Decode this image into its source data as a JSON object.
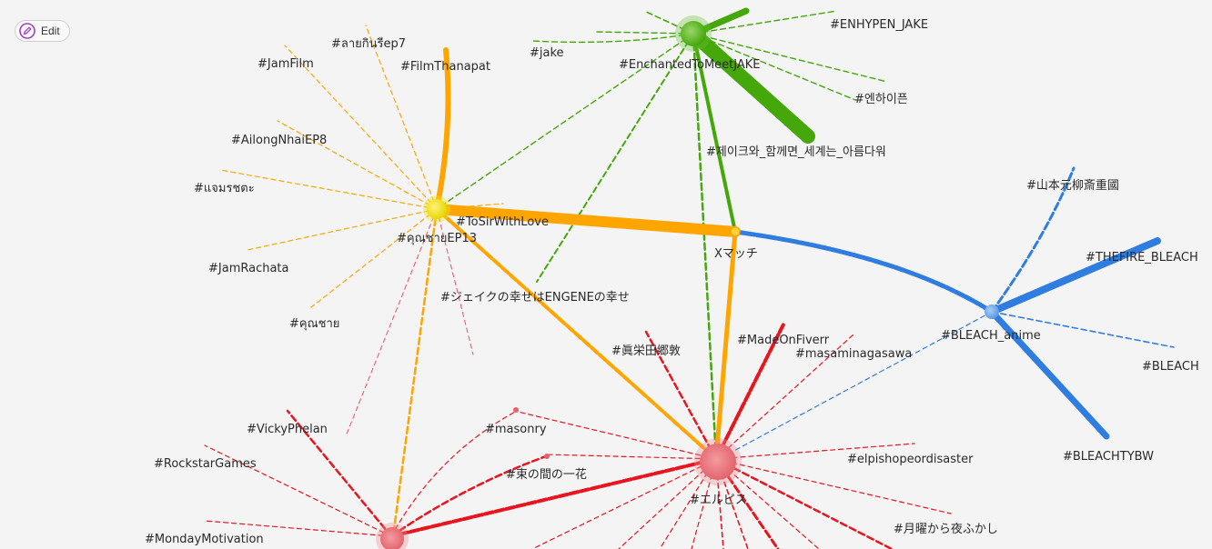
{
  "toolbar": {
    "edit_label": "Edit",
    "edit_icon": "pencil-circle-icon"
  },
  "colors": {
    "green": "#44a80a",
    "orange": "#ffa500",
    "blue": "#2f7de0",
    "red": "#e8141e",
    "yellow": "#f2e21c"
  },
  "hubs": {
    "enchanted": "#EnchantedToMeetJAKE",
    "khunchai": "#คุณชายEP13",
    "xmatch": "Xマッチ",
    "bleach": "#BLEACH_anime",
    "elpis": "#エルピス"
  },
  "tags": {
    "enhypen_jake": "#ENHYPEN_JAKE",
    "jake": "#jake",
    "enhaipun": "#엔하이픈",
    "jake_korean": "#제이크와_함께면_세계는_아름다워",
    "laikanri": "#ลายกินรีep7",
    "jamfilm": "#JamFilm",
    "filmthanapat": "#FilmThanapat",
    "ailong": "#AilongNhaiEP8",
    "jaemrot": "#แจมรชตะ",
    "tosir": "#ToSirWithLove",
    "jamrachata": "#JamRachata",
    "khunchai2": "#คุณชาย",
    "jake_engene": "#ジェイクの幸せはENGENEの幸せ",
    "yamamoto": "#山本元柳斎重國",
    "thefire": "#THEFIRE_BLEACH",
    "bleach": "#BLEACH",
    "bleachtybw": "#BLEACHTYBW",
    "madeonfiverr": "#MadeOnFiverr",
    "masami": "#masaminagasawa",
    "shinsuke": "#眞栄田郷敦",
    "vicky": "#VickyPhelan",
    "masonry": "#masonry",
    "rockstar": "#RockstarGames",
    "tsukanoma": "#束の間の一花",
    "elpisho": "#elpishopeordisaster",
    "monday": "#MondayMotivation",
    "getsuyou": "#月曜から夜ふかし"
  }
}
